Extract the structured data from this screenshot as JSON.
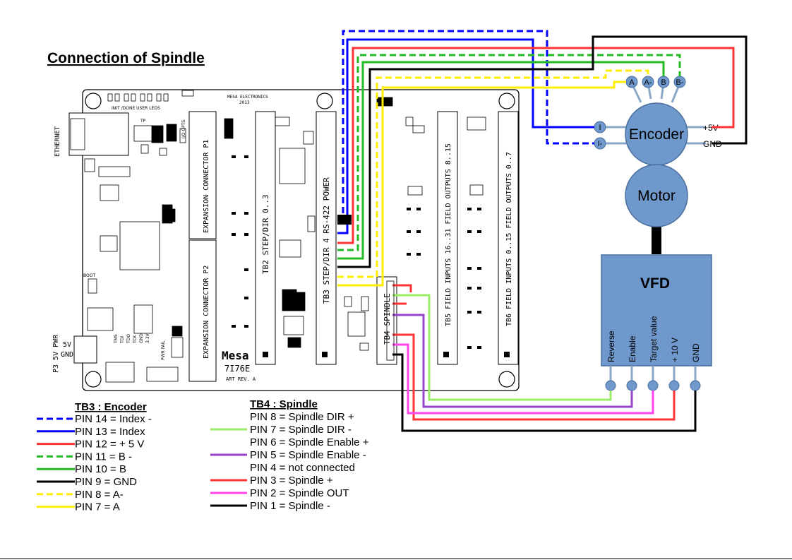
{
  "title": "Connection of Spindle",
  "board": {
    "maker": "MESA ELECTRONICS",
    "year": "2013",
    "logo": "Mesa",
    "model": "7I76E",
    "rev": "ART REV. A",
    "ethernet": "ETHERNET",
    "leds": "INIT /DONE USER LEDS",
    "io_opts": "I/O OPTS",
    "expansion_p1": "EXPANSION CONNECTOR P1",
    "expansion_p2": "EXPANSION CONNECTOR P2",
    "tb2": "TB2 STEP/DIR 0..3",
    "tb3": "TB3 STEP/DIR 4 RS-422 POWER",
    "tb4": "TB4 SPINDLE",
    "tb5": "TB5 FIELD INPUTS 16..31 FIELD OUTPUTS 8..15",
    "tb6": "TB6 FIELD INPUTS 0..15 FIELD OUTPUTS 0..7",
    "p3": "P3 5V PWR",
    "p3_5v": "5V",
    "p3_gnd": "GND",
    "boot": "BOOT",
    "tp": "TP",
    "jtag": [
      "TMS",
      "TDI",
      "TDO",
      "TCK",
      "GND",
      "3.3V"
    ],
    "pwr_fail": "PWR FAIL"
  },
  "encoder": {
    "label": "Encoder",
    "pins": {
      "A": "A",
      "A_neg": "A-",
      "B": "B",
      "B_neg": "B-",
      "I": "I",
      "I_neg": "I-",
      "plus5v": "+5V",
      "gnd": "GND"
    }
  },
  "motor": {
    "label": "Motor"
  },
  "vfd": {
    "label": "VFD",
    "terminals": [
      "Reverse",
      "Enable",
      "Target value",
      "+ 10 V",
      "GND"
    ]
  },
  "legend_tb3": {
    "title": "TB3 : Encoder",
    "items": [
      {
        "text": "PIN 14 = Index -",
        "color": "#0000ff",
        "dashed": true
      },
      {
        "text": "PIN 13 = Index",
        "color": "#0000ff",
        "dashed": false
      },
      {
        "text": "PIN 12 = + 5 V",
        "color": "#ff3333",
        "dashed": false
      },
      {
        "text": "PIN 11 = B -",
        "color": "#22bb22",
        "dashed": true
      },
      {
        "text": "PIN 10 = B",
        "color": "#22bb22",
        "dashed": false
      },
      {
        "text": "PIN   9 = GND",
        "color": "#000000",
        "dashed": false
      },
      {
        "text": "PIN   8 = A-",
        "color": "#ffee00",
        "dashed": true
      },
      {
        "text": "PIN   7 = A",
        "color": "#ffee00",
        "dashed": false
      }
    ]
  },
  "legend_tb4": {
    "title": "TB4 : Spindle",
    "items": [
      {
        "text": "PIN   8 = Spindle DIR +",
        "color": null
      },
      {
        "text": "PIN   7 = Spindle DIR -",
        "color": "#99ee66"
      },
      {
        "text": "PIN   6 = Spindle Enable +",
        "color": null
      },
      {
        "text": "PIN   5 = Spindle Enable -",
        "color": "#9944cc"
      },
      {
        "text": "PIN   4 = not connected",
        "color": null
      },
      {
        "text": "PIN   3 = Spindle +",
        "color": "#ff3333"
      },
      {
        "text": "PIN   2 = Spindle OUT",
        "color": "#ff44ee"
      },
      {
        "text": "PIN   1 = Spindle -",
        "color": "#000000"
      }
    ]
  },
  "colors": {
    "blue": "#0000ff",
    "red": "#ff3333",
    "green": "#22bb22",
    "yellow": "#ffee00",
    "black": "#000000",
    "lightgreen": "#99ee66",
    "purple": "#9944cc",
    "magenta": "#ff44ee",
    "component_fill": "#6f98cc",
    "component_stroke": "#4a6f9e",
    "wire_gray": "#8aa8c8"
  }
}
